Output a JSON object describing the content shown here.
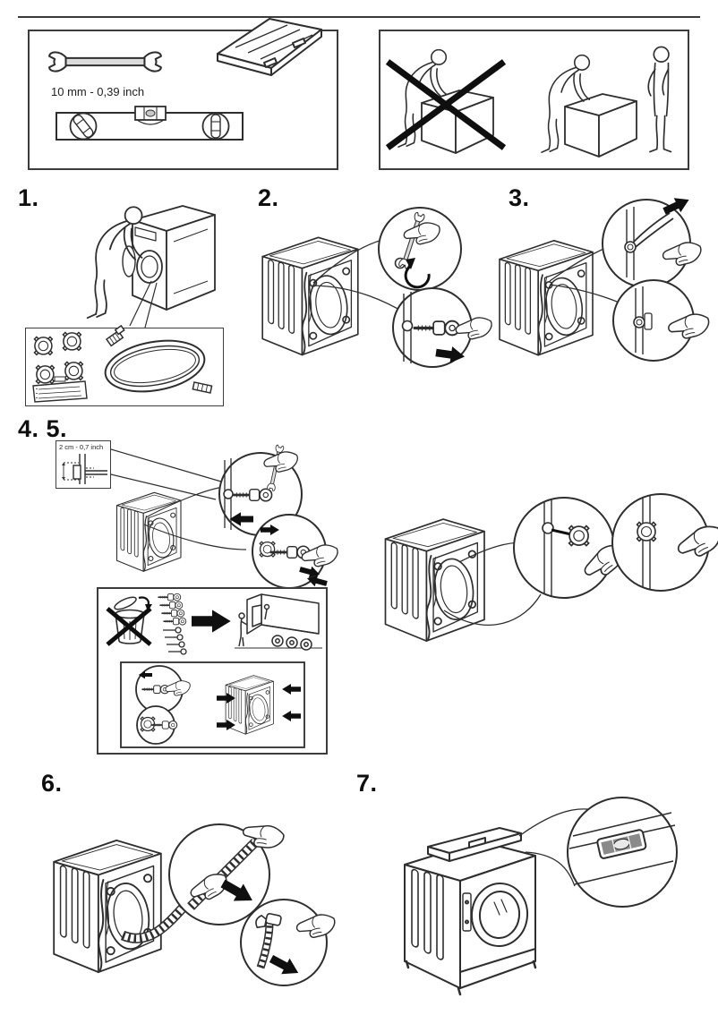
{
  "document": {
    "kind": "washing-machine-installation-guide-page",
    "background": "#ffffff",
    "line_color": "#2e2e2e",
    "ink": "#0f0f0f"
  },
  "tools_panel": {
    "wrench_size_label": "10 mm - 0,39 inch",
    "icons": [
      "open-end-wrench-icon",
      "worktop-bracket-icon",
      "spirit-level-icon"
    ]
  },
  "handling_panel": {
    "icons": [
      "single-person-lift-crossed-out-icon",
      "two-person-lift-icon"
    ]
  },
  "steps": [
    {
      "label": "1.",
      "illustration": "remove-accessory-kit-from-drum",
      "kit_icons": [
        "bolt-hole-cap-icon",
        "bolt-hole-cap-icon",
        "bolt-hole-cap-icon",
        "bolt-hole-cap-icon",
        "inlet-hose-icon",
        "dosing-tray-icon"
      ]
    },
    {
      "label": "2.",
      "illustration": "unscrew-transport-bolt-with-wrench-and-pull-out"
    },
    {
      "label": "3.",
      "illustration": "release-hose-and-cord-from-bolt-holes"
    },
    {
      "label": "4. 5.",
      "depth_label": "2 cm - 0,7 inch",
      "illustration": "refit-collars-insert-caps-keep-bolts-for-transport"
    },
    {
      "label": "6.",
      "illustration": "unclip-drain-hose-and-holder"
    },
    {
      "label": "7.",
      "illustration": "check-level-with-spirit-level-on-top"
    }
  ]
}
